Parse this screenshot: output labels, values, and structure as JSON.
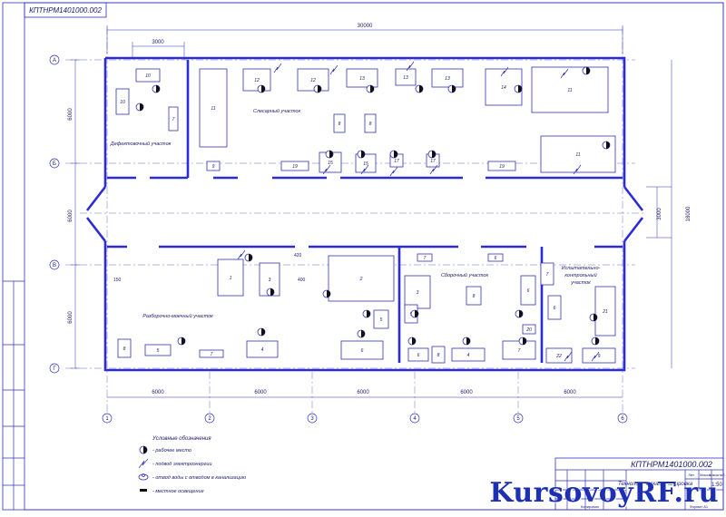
{
  "drawing_code": "КПТНРМ1401000.002",
  "drawing_code_rotated": "КПТНРМ1401000.002",
  "dimensions": {
    "total_length": "30000",
    "top_offset": "3000",
    "bays": [
      "6000",
      "6000",
      "6000",
      "6000",
      "6000"
    ],
    "left_heights": [
      "6000",
      "6000",
      "6000"
    ],
    "right_height": "18000",
    "corridor": "3000",
    "small_400": "400",
    "small_420": "420",
    "small_150": "150"
  },
  "axes_rows": [
    "А",
    "Б",
    "В",
    "Г"
  ],
  "axes_cols": [
    "1",
    "2",
    "3",
    "4",
    "5",
    "6"
  ],
  "rooms": {
    "defect": "Дефектовочный участок",
    "fitter": "Слесарный участок",
    "disasm": "Разборочно-моечный участок",
    "assembly": "Сборочный участок",
    "testing_line1": "Испытательно-",
    "testing_line2": "контрольный",
    "testing_line3": "участок"
  },
  "equipment_labels": [
    "10",
    "10",
    "7",
    "11",
    "9",
    "12",
    "12",
    "13",
    "13",
    "13",
    "14",
    "11",
    "8",
    "8",
    "19",
    "15",
    "15",
    "17",
    "17",
    "19",
    "11",
    "8",
    "1",
    "3",
    "2",
    "7",
    "4",
    "5",
    "6",
    "7",
    "3",
    "8",
    "5",
    "5",
    "8",
    "6",
    "4",
    "7",
    "6",
    "6",
    "20",
    "7",
    "6",
    "21",
    "22",
    "9"
  ],
  "legend": {
    "title": "Условные обозначения",
    "items": [
      {
        "icon": "worker-place-icon",
        "text": "- рабочее место"
      },
      {
        "icon": "power-supply-icon",
        "text": "- подвод электроэнергии"
      },
      {
        "icon": "water-drain-icon",
        "text": "- отвод воды с отводом в канализацию"
      },
      {
        "icon": "local-light-icon",
        "text": "- местное освещение"
      }
    ]
  },
  "title_block": {
    "code": "КПТНРМ1401000.002",
    "name": "Технологическая планировка",
    "scale": "1:50",
    "hdr_lit": "Лит.",
    "hdr_mass": "Масса",
    "hdr_scale": "Масштаб",
    "footer_copy": "Копировал",
    "footer_format": "Формат A1"
  },
  "watermark": {
    "main": "KursovoyRF",
    ".ru": ".ru"
  }
}
